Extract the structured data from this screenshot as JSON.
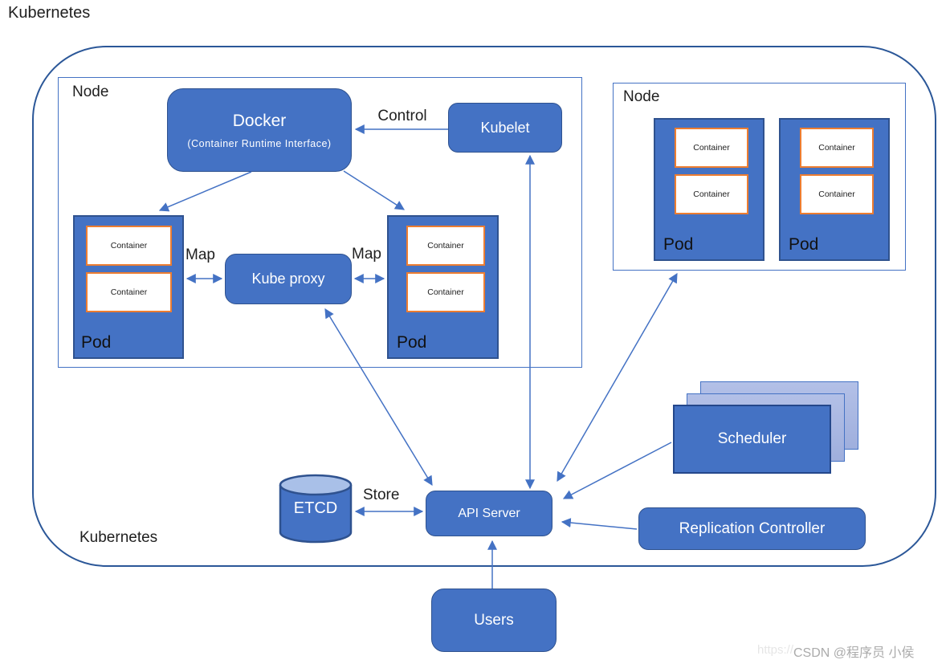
{
  "page_title": "Kubernetes",
  "cluster": {
    "label": "Kubernetes"
  },
  "left_node": {
    "label": "Node",
    "docker": {
      "title": "Docker",
      "subtitle": "(Container Runtime Interface)"
    },
    "kubelet_label": "Kubelet",
    "kube_proxy_label": "Kube proxy",
    "control_label": "Control",
    "map_left_label": "Map",
    "map_right_label": "Map",
    "pod_a": {
      "label": "Pod",
      "containers": [
        "Container",
        "Container"
      ]
    },
    "pod_b": {
      "label": "Pod",
      "containers": [
        "Container",
        "Container"
      ]
    }
  },
  "right_node": {
    "label": "Node",
    "pod_a": {
      "label": "Pod",
      "containers": [
        "Container",
        "Container"
      ]
    },
    "pod_b": {
      "label": "Pod",
      "containers": [
        "Container",
        "Container"
      ]
    }
  },
  "control_plane": {
    "etcd_label": "ETCD",
    "store_label": "Store",
    "api_server_label": "API Server",
    "scheduler_label": "Scheduler",
    "replication_controller_label": "Replication Controller",
    "users_label": "Users"
  },
  "watermark": {
    "main": "CSDN @程序员 小侯",
    "faint": "https://"
  },
  "colors": {
    "primary_blue": "#4472C4",
    "dark_blue_border": "#2F528F",
    "container_orange": "#ED7D31",
    "light_stack_blue": "#A9B8E2",
    "outer_border_blue": "#2B5798",
    "cylinder_top_blue": "#A9C0E8",
    "label_dark": "#1f1f1f",
    "watermark_gray": "#ababab"
  }
}
